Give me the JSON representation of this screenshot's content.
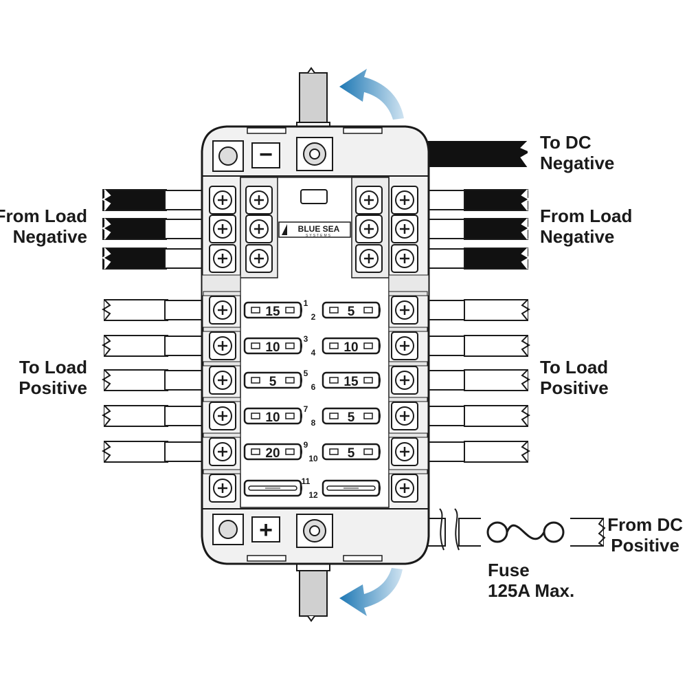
{
  "labels": {
    "to_dc_negative": [
      "To DC",
      "Negative"
    ],
    "from_load_negative_left": [
      "From Load",
      "Negative"
    ],
    "from_load_negative_right": [
      "From Load",
      "Negative"
    ],
    "to_load_positive_left": [
      "To Load",
      "Positive"
    ],
    "to_load_positive_right": [
      "To Load",
      "Positive"
    ],
    "from_dc_positive": [
      "From DC",
      "Positive"
    ],
    "fuse_note": [
      "Fuse",
      "125A Max."
    ]
  },
  "brand": {
    "name": "BLUE SEA",
    "sub": "SYSTEMS"
  },
  "terminal_symbols": {
    "negative": "−",
    "positive": "+"
  },
  "fuses": [
    {
      "slot": "1",
      "rating": "15"
    },
    {
      "slot": "2",
      "rating": "5"
    },
    {
      "slot": "3",
      "rating": "10"
    },
    {
      "slot": "4",
      "rating": "10"
    },
    {
      "slot": "5",
      "rating": "5"
    },
    {
      "slot": "6",
      "rating": "15"
    },
    {
      "slot": "7",
      "rating": "10"
    },
    {
      "slot": "8",
      "rating": "5"
    },
    {
      "slot": "9",
      "rating": "20"
    },
    {
      "slot": "10",
      "rating": "5"
    },
    {
      "slot": "11",
      "rating": ""
    },
    {
      "slot": "12",
      "rating": ""
    }
  ],
  "colors": {
    "outline": "#1a1a1a",
    "panel": "#f1f1f1",
    "wire_negative": "#111111",
    "wire_positive": "#ffffff",
    "arrow": "#1e78b4"
  }
}
